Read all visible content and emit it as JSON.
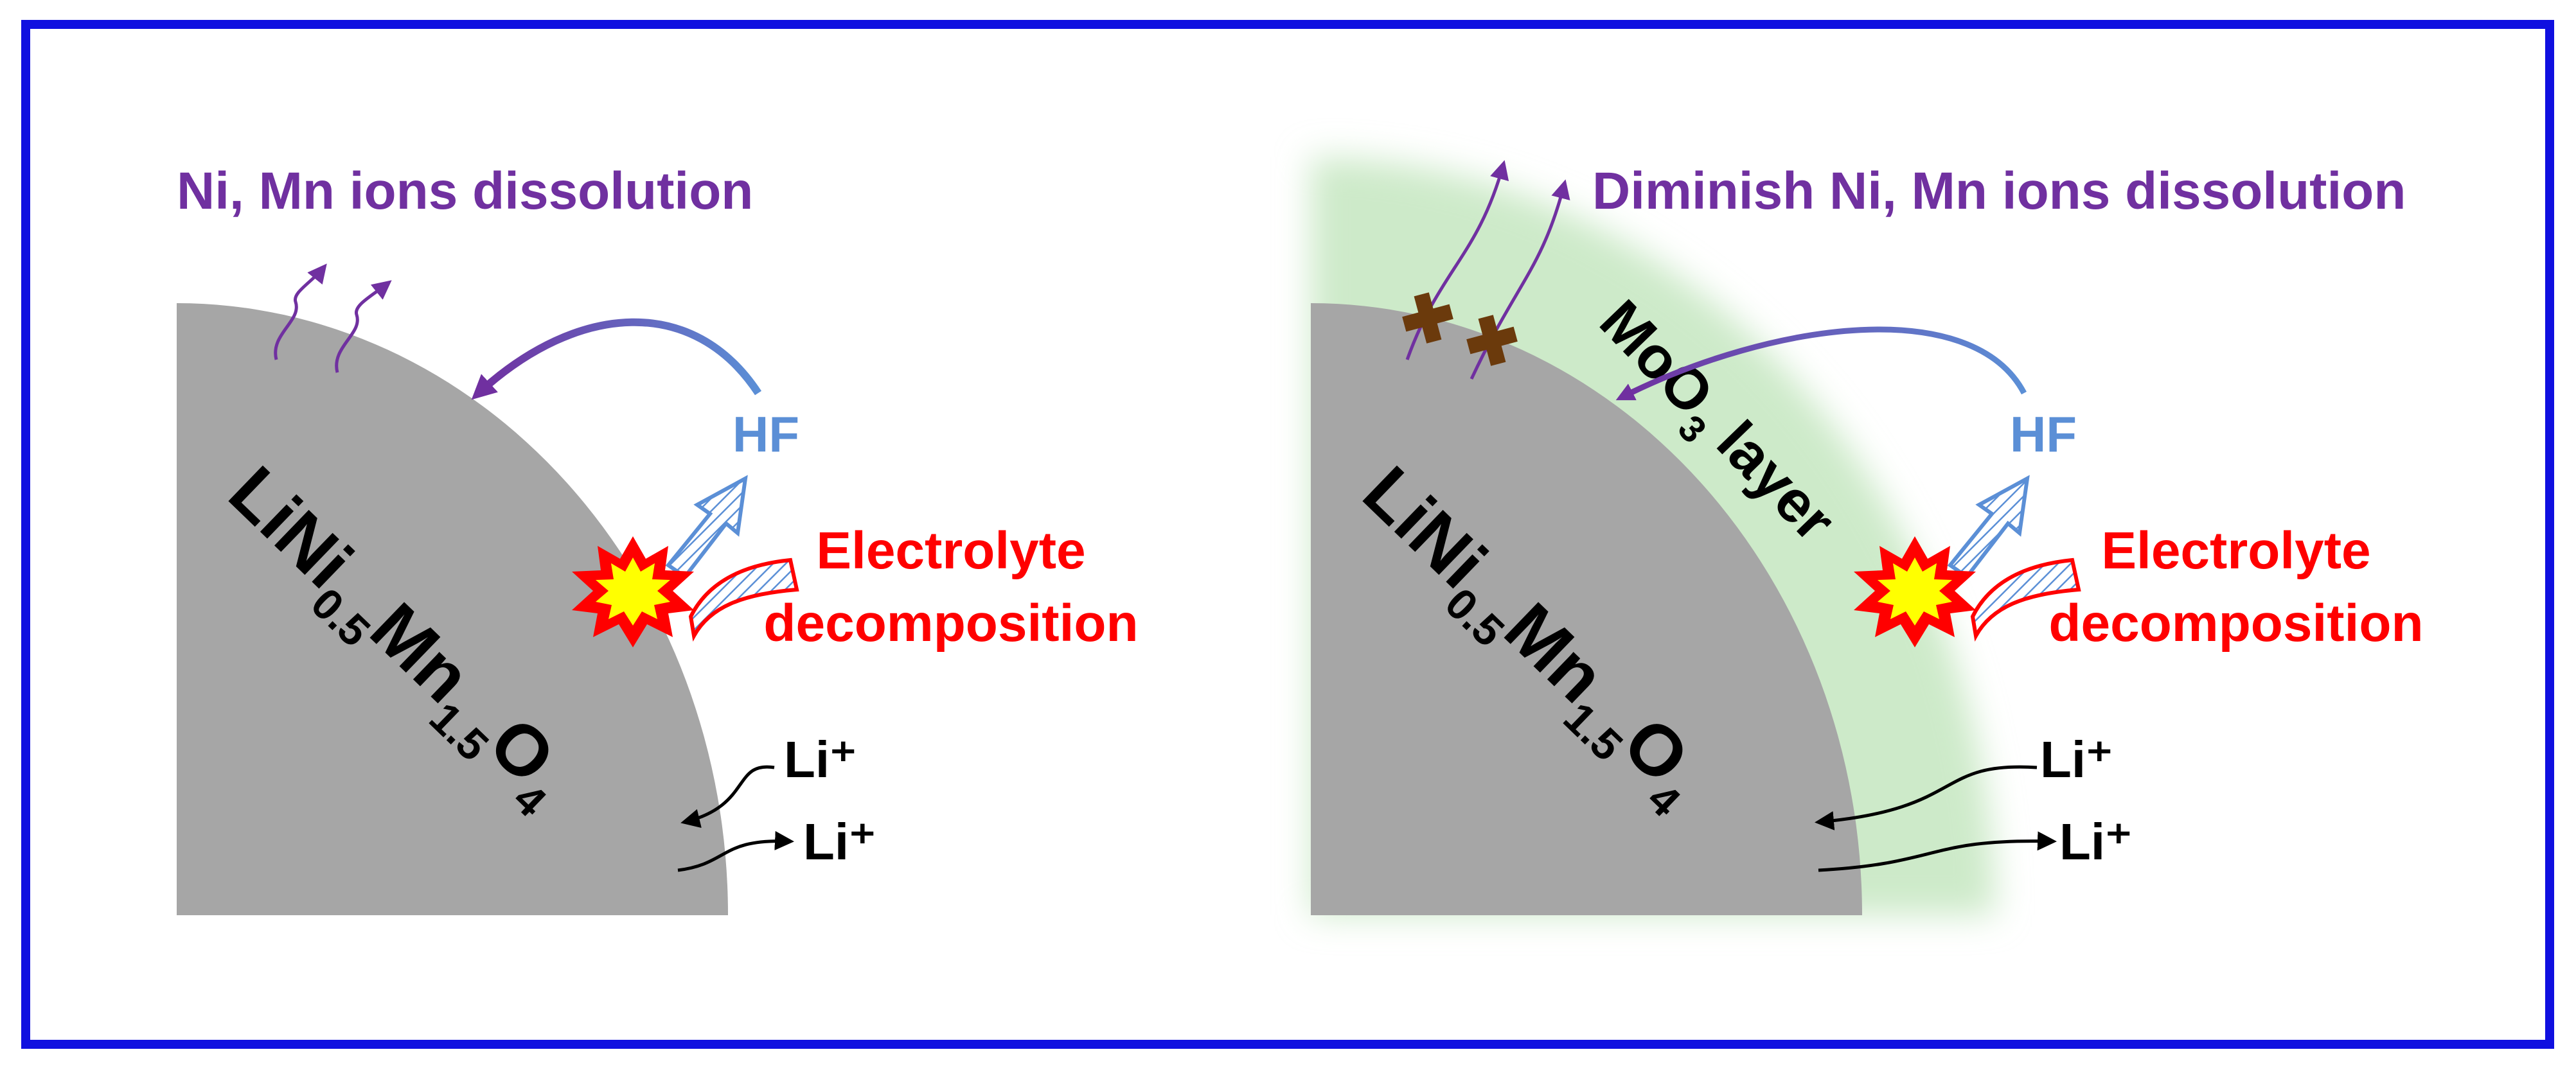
{
  "colors": {
    "frame": "#1010e0",
    "particle": "#a6a6a6",
    "coating": "#cdeac9",
    "dissolution_text": "#7030a0",
    "hf_text": "#5b8fd6",
    "electrolyte_text": "#ff0000",
    "black_text": "#000000",
    "block_mark": "#6b3a0c",
    "burst_outer": "#ff0000",
    "burst_inner": "#ffff00"
  },
  "left_panel": {
    "title": "Ni, Mn ions dissolution",
    "hf": "HF",
    "electrolyte_line1": "Electrolyte",
    "electrolyte_line2": "decomposition",
    "formula": {
      "p1": "LiNi",
      "s1": "0.5",
      "p2": "Mn",
      "s2": "1.5",
      "p3": "O",
      "s3": "4"
    },
    "li_in": "Li⁺",
    "li_out": "Li⁺"
  },
  "right_panel": {
    "title": "Diminish Ni, Mn ions dissolution",
    "coating": {
      "p1": "MoO",
      "s1": "3",
      "p2": " layer"
    },
    "hf": "HF",
    "electrolyte_line1": "Electrolyte",
    "electrolyte_line2": "decomposition",
    "formula": {
      "p1": "LiNi",
      "s1": "0.5",
      "p2": "Mn",
      "s2": "1.5",
      "p3": "O",
      "s3": "4"
    },
    "li_in": "Li⁺",
    "li_out": "Li⁺"
  }
}
